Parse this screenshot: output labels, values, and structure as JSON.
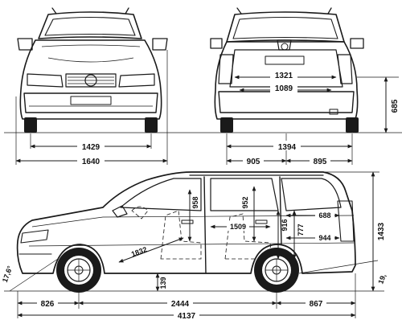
{
  "front_view": {
    "dims": {
      "track": "1429",
      "width": "1640"
    }
  },
  "rear_view": {
    "dims": {
      "inner_width_upper": "1321",
      "inner_width_lower": "1089",
      "track": "1394",
      "half_left": "905",
      "half_right": "895",
      "load_sill_height": "685"
    }
  },
  "side_view": {
    "dims": {
      "front_overhang": "826",
      "wheelbase": "2444",
      "rear_overhang": "867",
      "overall_length": "4137",
      "overall_height": "1433",
      "approach_angle": "17,6°",
      "departure_angle": "19,",
      "ground_clearance": "139",
      "front_headroom": "958",
      "rear_headroom": "952",
      "front_legroom": "1832",
      "interior_length": "1509",
      "rear_seat_height": "916",
      "load_height": "777",
      "cargo_length": "688",
      "cargo_width": "944"
    }
  }
}
